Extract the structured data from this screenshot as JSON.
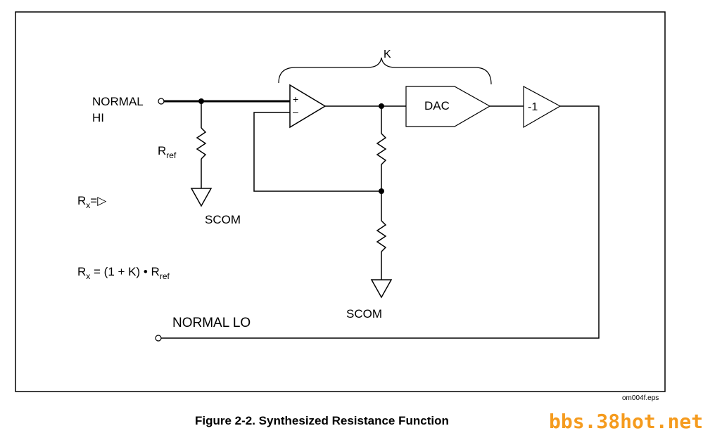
{
  "diagram": {
    "labels": {
      "normal_hi_1": "NORMAL",
      "normal_hi_2": "HI",
      "k": "K",
      "dac": "DAC",
      "neg_one": "-1",
      "rref_main": "R",
      "rref_sub": "ref",
      "scom_left": "SCOM",
      "scom_right": "SCOM",
      "rx_main": "R",
      "rx_sub": "x",
      "rx_arrow": "=▷",
      "formula_rx": "R",
      "formula_rx_sub": "x",
      "formula_mid": " = (1 + K) • R",
      "formula_ref_sub": "ref",
      "normal_lo": "NORMAL LO",
      "plus": "+",
      "minus": "–"
    }
  },
  "footer": {
    "file_name": "om004f.eps",
    "caption": "Figure 2-2. Synthesized Resistance Function",
    "watermark": "bbs.38hot.net"
  }
}
